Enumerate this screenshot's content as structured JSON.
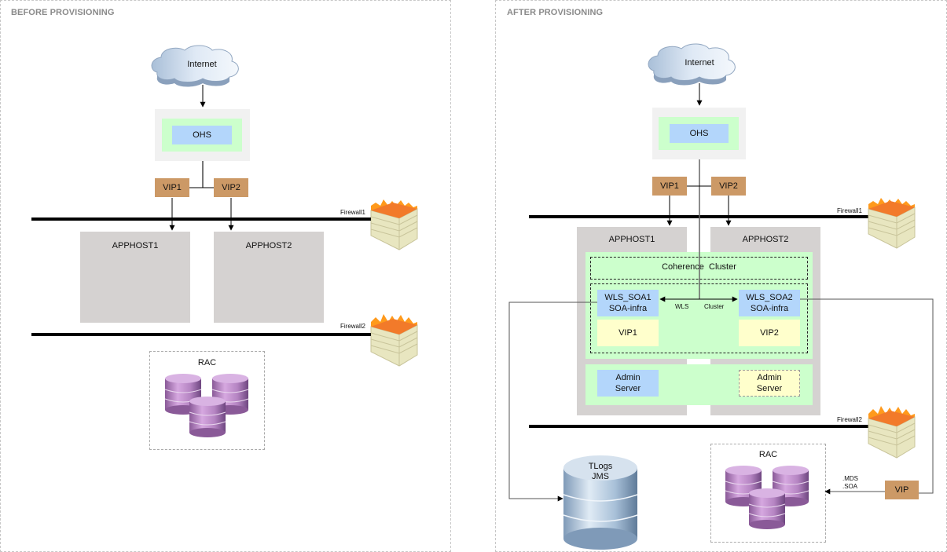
{
  "before": {
    "title": "BEFORE PROVISIONING",
    "internet": "Internet",
    "ohs": "OHS",
    "vip1": "VIP1",
    "vip2": "VIP2",
    "firewall1": "Firewall1",
    "firewall2": "Firewall2",
    "apphost1": "APPHOST1",
    "apphost2": "APPHOST2",
    "rac": "RAC"
  },
  "after": {
    "title": "AFTER PROVISIONING",
    "internet": "Internet",
    "ohs": "OHS",
    "vip1": "VIP1",
    "vip2": "VIP2",
    "firewall1": "Firewall1",
    "firewall2": "Firewall2",
    "apphost1": "APPHOST1",
    "apphost2": "APPHOST2",
    "coherence_cluster": "Coherence  Cluster",
    "wls_soa1_line1": "WLS_SOA1",
    "wls_soa1_line2": "SOA-infra",
    "wls_soa2_line1": "WLS_SOA2",
    "wls_soa2_line2": "SOA-infra",
    "wls_label": "WLS",
    "cluster_label": "Cluster",
    "host1_vip": "VIP1",
    "host2_vip": "VIP2",
    "admin1_line1": "Admin",
    "admin1_line2": "Server",
    "admin2_line1": "Admin",
    "admin2_line2": "Server",
    "tlogs_line1": "TLogs",
    "tlogs_line2": "JMS",
    "rac": "RAC",
    "db_vip": "VIP",
    "mds_label": ".MDS",
    "soa_label": ".SOA"
  },
  "colors": {
    "vip": "#cc9966",
    "ohs_blue": "#b3d6fb",
    "cluster_green": "#ccffcc",
    "standby_yellow": "#ffffcc",
    "host_gray": "#d5d2d1",
    "rac_purple": "#b07cc0",
    "tlogs_blue": "#a8c0d8"
  }
}
